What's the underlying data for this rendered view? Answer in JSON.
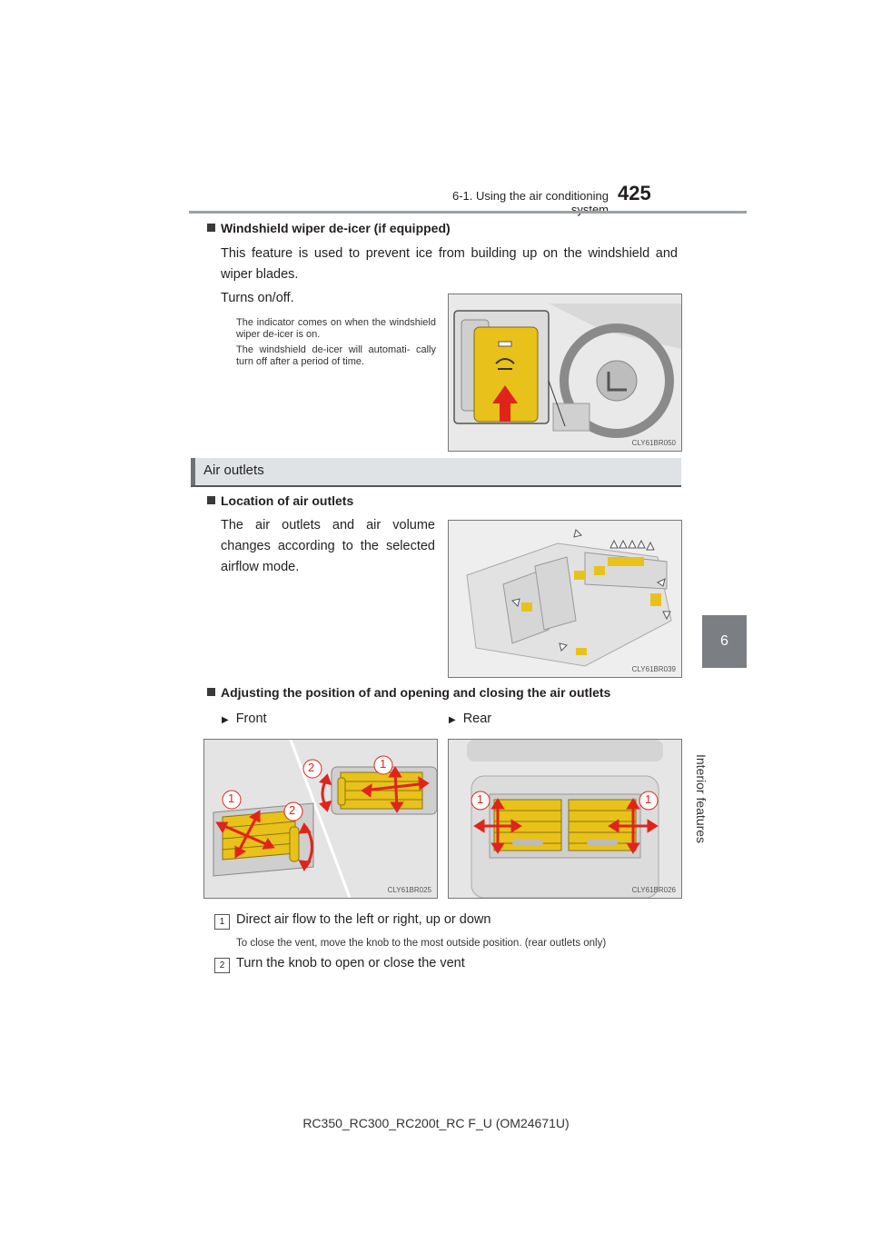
{
  "header": {
    "section": "6-1. Using the air conditioning system",
    "page_number": "425"
  },
  "side_tab": {
    "chapter_number": "6",
    "chapter_title": "Interior features"
  },
  "deicer": {
    "heading": "Windshield wiper de-icer (if equipped)",
    "intro": "This feature is used to prevent ice from building up on the windshield and wiper blades.",
    "turns": "Turns on/off.",
    "note1": "The indicator comes on when the windshield wiper de-icer is on.",
    "note2": "The windshield de-icer will automati- cally turn off after a period of time.",
    "image_code": "CLY61BR050"
  },
  "air_outlets": {
    "section_title": "Air outlets",
    "location_heading": "Location of air outlets",
    "location_text": "The air outlets and air volume changes according to the selected airflow mode.",
    "location_image_code": "CLY61BR039",
    "adjust_heading": "Adjusting the position of and opening and closing the air outlets",
    "front_label": "Front",
    "rear_label": "Rear",
    "front_image_code": "CLY61BR025",
    "rear_image_code": "CLY61BR026",
    "callout_1": "1",
    "callout_2": "2",
    "item1_text": "Direct air flow to the left or right, up or down",
    "item1_note": "To close the vent, move the knob to the most outside position. (rear outlets only)",
    "item2_text": "Turn the knob to open or close the vent"
  },
  "footer": {
    "model": "RC350_RC300_RC200t_RC F_U (OM24671U)"
  },
  "colors": {
    "vent_yellow": "#e8c21a",
    "arrow_red": "#e0241b",
    "tab_gray": "#7b7f84"
  }
}
